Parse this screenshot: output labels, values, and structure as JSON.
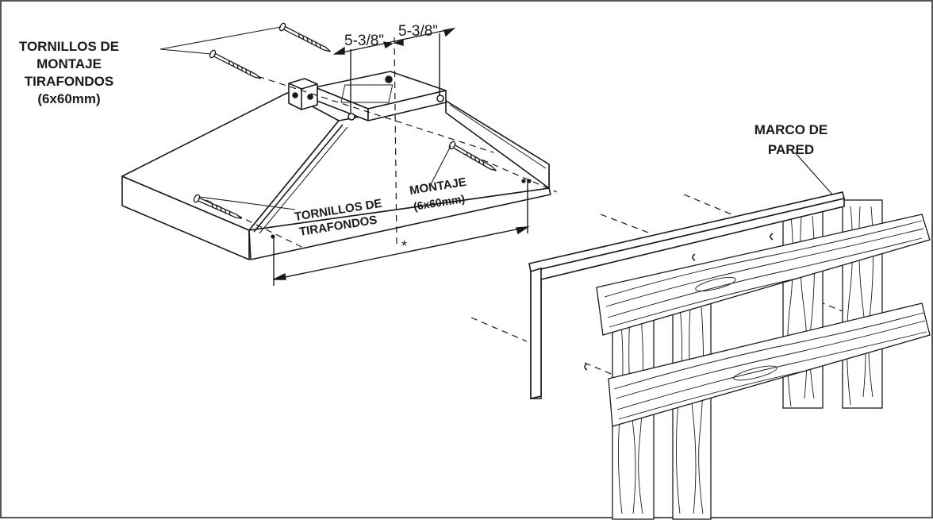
{
  "diagram": {
    "screws_top_label": [
      "TORNILLOS DE",
      "MONTAJE",
      "TIRAFONDOS",
      "(6x60mm)"
    ],
    "screws_bottom_label": [
      "TORNILLOS DE",
      "MONTAJE",
      "TIRAFONDOS",
      "(6x60mm)"
    ],
    "wall_frame_label": [
      "MARCO DE",
      "PARED"
    ],
    "dim_left": "5-3/8\"",
    "dim_right": "5-3/8\"",
    "center_mark": "*",
    "colors": {
      "line": "#1a1a1a",
      "fill": "#ffffff",
      "frame_border": "#555555"
    }
  }
}
